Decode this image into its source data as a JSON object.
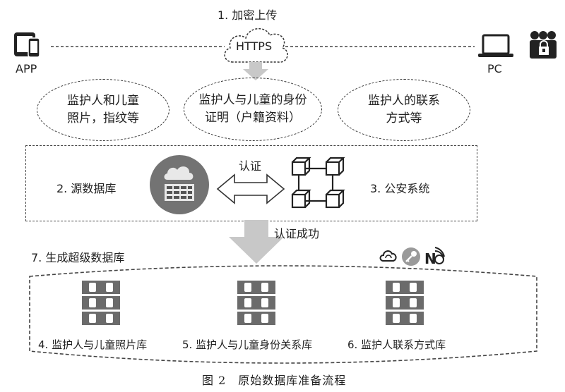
{
  "top": {
    "step1": "1. 加密上传",
    "cloud_label": "HTTPS",
    "app_label": "APP",
    "pc_label": "PC"
  },
  "ellipses": [
    {
      "line1": "监护人和儿童",
      "line2": "照片，指纹等"
    },
    {
      "line1": "监护人与儿童的身份",
      "line2": "证明（户籍资料）"
    },
    {
      "line1": "监护人的联系",
      "line2": "方式等"
    }
  ],
  "auth_box": {
    "source_db": "2. 源数据库",
    "auth_label": "认证",
    "police_system": "3. 公安系统"
  },
  "success_label": "认证成功",
  "super_db": {
    "title": "7. 生成超级数据库",
    "db4": "4. 监护人与儿童照片库",
    "db5": "5. 监护人与儿童身份关系库",
    "db6": "6. 监护人联系方式库"
  },
  "caption": "图 2　原始数据库准备流程",
  "icons": [
    "phone-tablet-icon",
    "https-cloud-icon",
    "laptop-icon",
    "user-group-lock-icon",
    "cloud-server-icon",
    "double-arrow-icon",
    "network-blocks-icon",
    "down-arrow-icon",
    "cloud-sync-icon",
    "key-icon",
    "no-signal-icon",
    "server-rack-icon"
  ]
}
